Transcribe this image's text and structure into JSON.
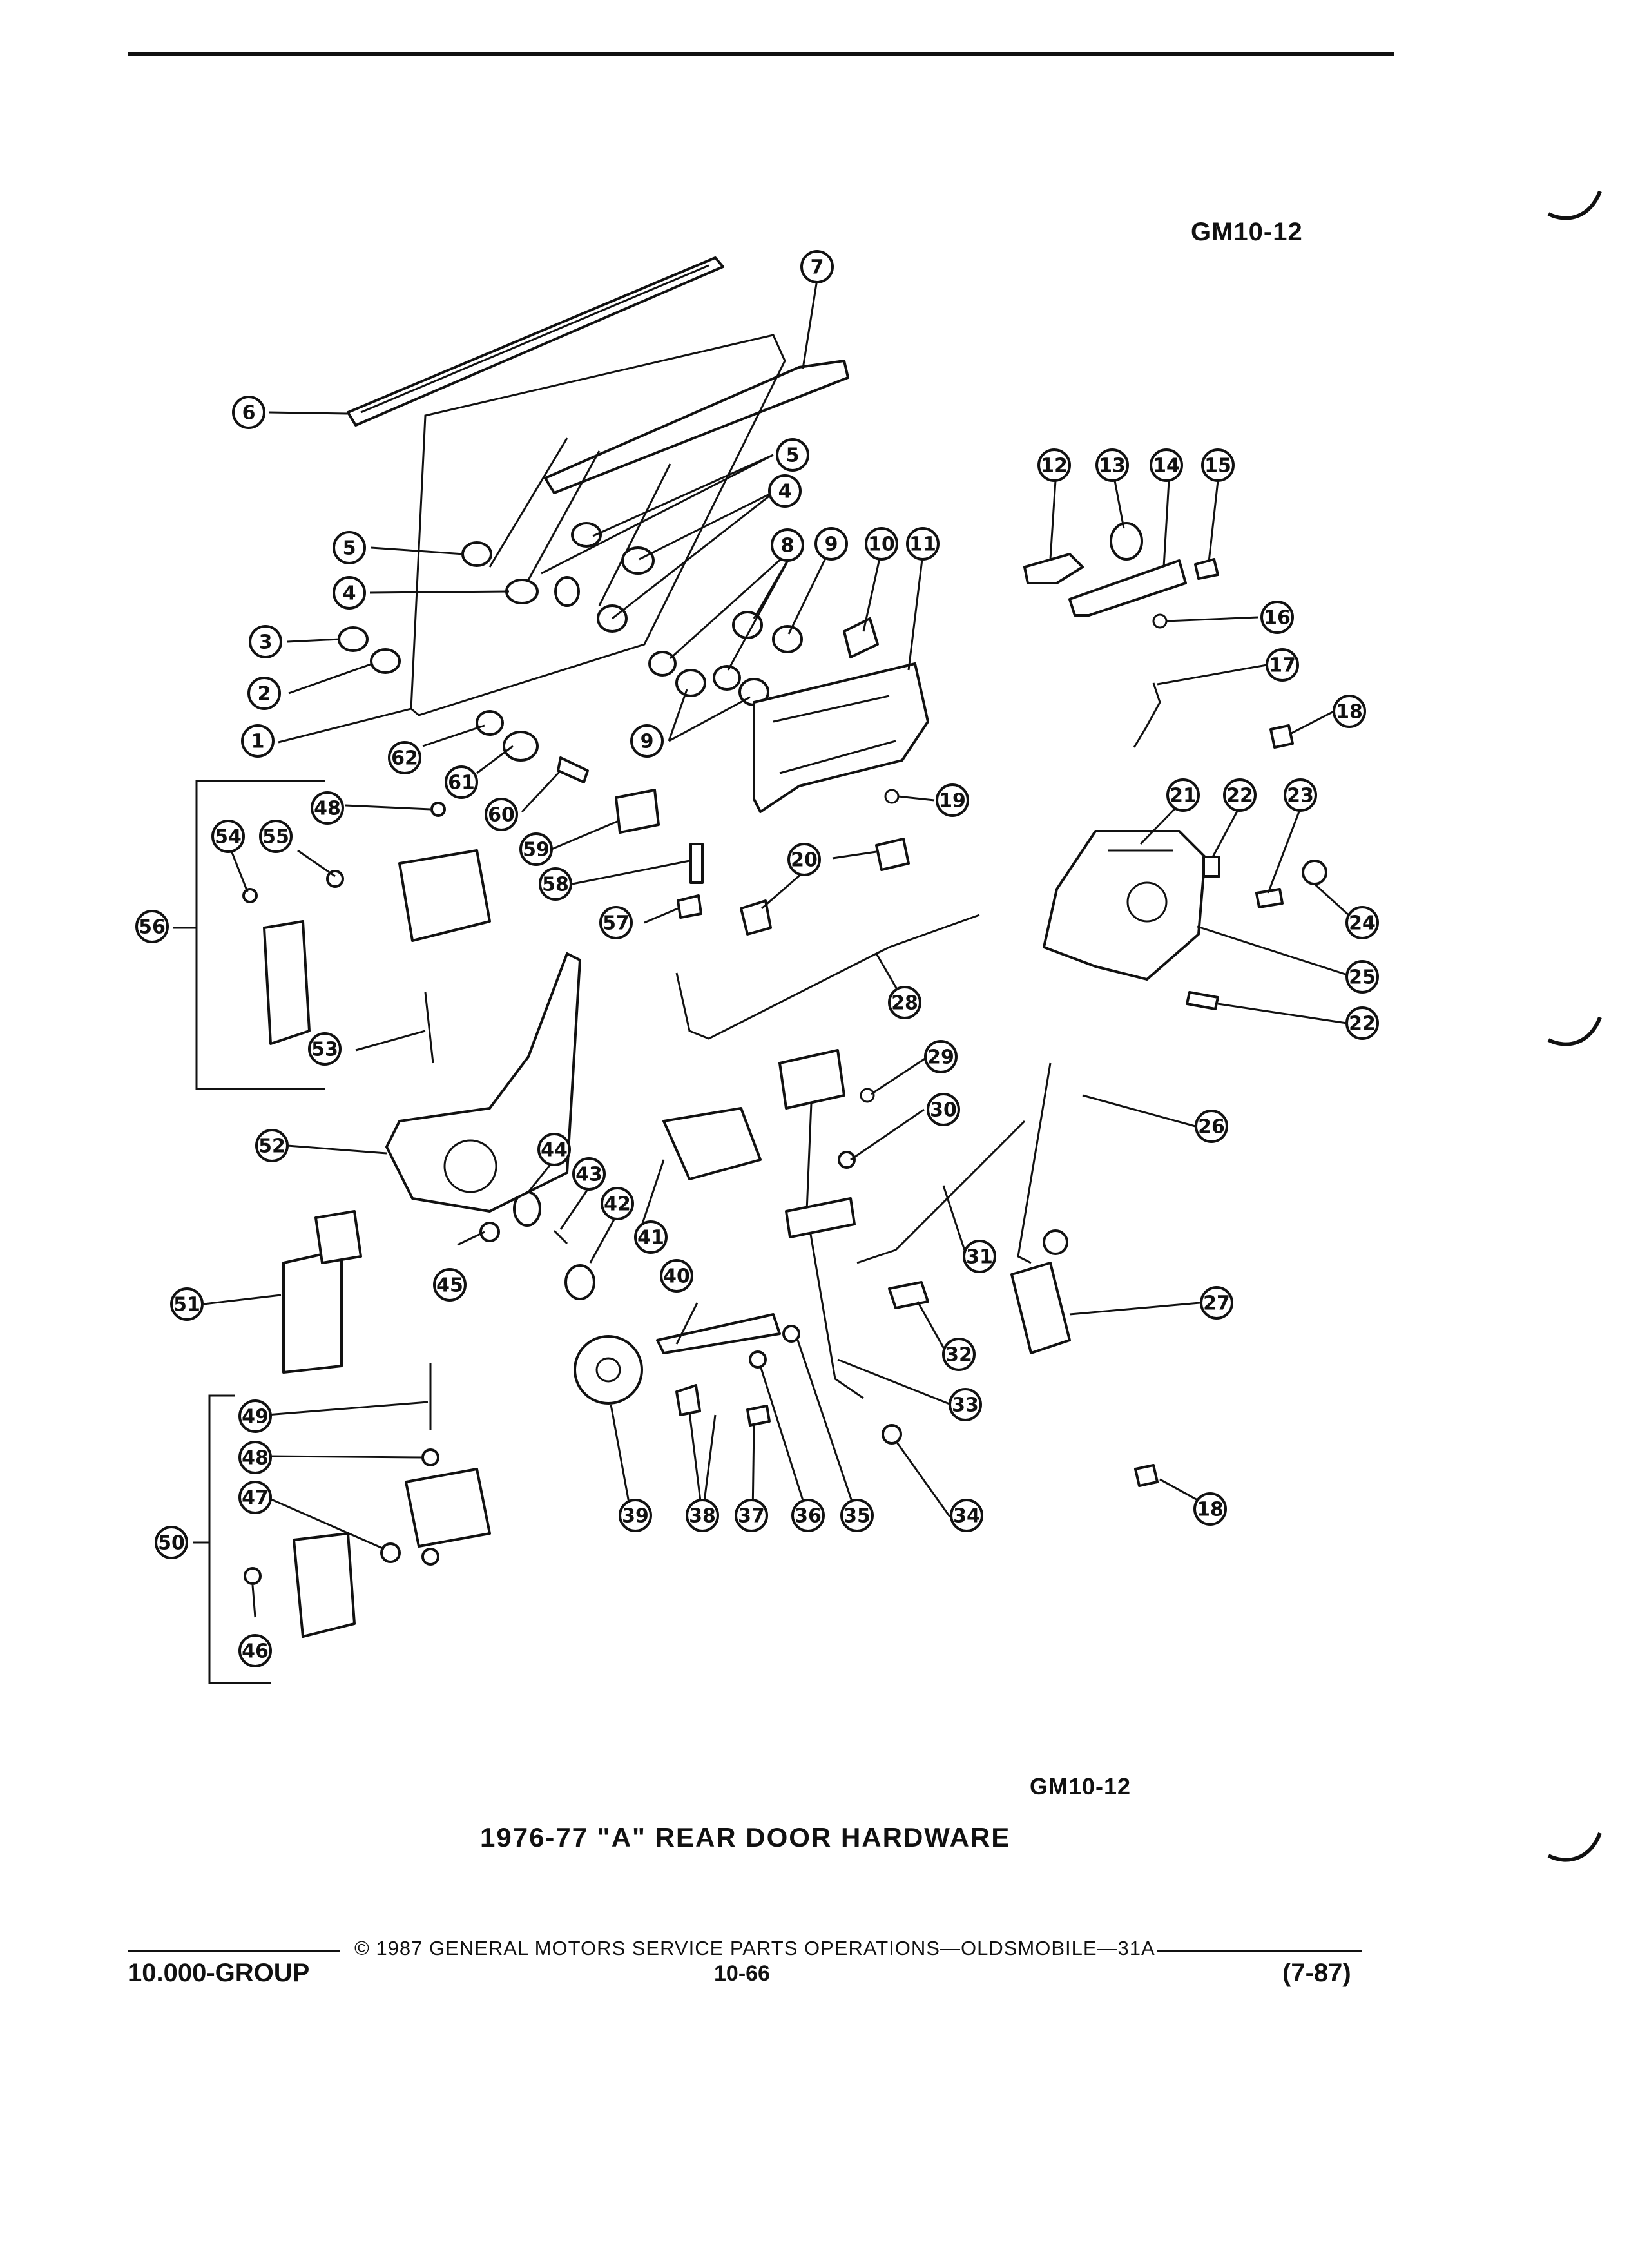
{
  "page": {
    "header_code": "GM10-12",
    "figure_code": "GM10-12",
    "caption": "1976-77 \"A\" REAR DOOR HARDWARE",
    "copyright": "© 1987 GENERAL MOTORS SERVICE PARTS OPERATIONS—OLDSMOBILE—31A",
    "group": "10.000-GROUP",
    "page_number": "10-66",
    "revision": "(7-87)"
  },
  "diagram": {
    "callouts": [
      "1",
      "2",
      "3",
      "4",
      "4",
      "5",
      "5",
      "6",
      "7",
      "8",
      "9",
      "9",
      "10",
      "11",
      "12",
      "13",
      "14",
      "15",
      "16",
      "17",
      "18",
      "18",
      "19",
      "20",
      "21",
      "22",
      "22",
      "23",
      "24",
      "25",
      "26",
      "27",
      "28",
      "29",
      "30",
      "31",
      "32",
      "33",
      "34",
      "35",
      "36",
      "37",
      "38",
      "39",
      "40",
      "41",
      "42",
      "43",
      "44",
      "45",
      "46",
      "47",
      "48",
      "48",
      "49",
      "50",
      "51",
      "52",
      "53",
      "54",
      "55",
      "56",
      "57",
      "58",
      "59",
      "60",
      "61",
      "62"
    ]
  },
  "colors": {
    "ink": "#111111",
    "paper": "#ffffff"
  }
}
